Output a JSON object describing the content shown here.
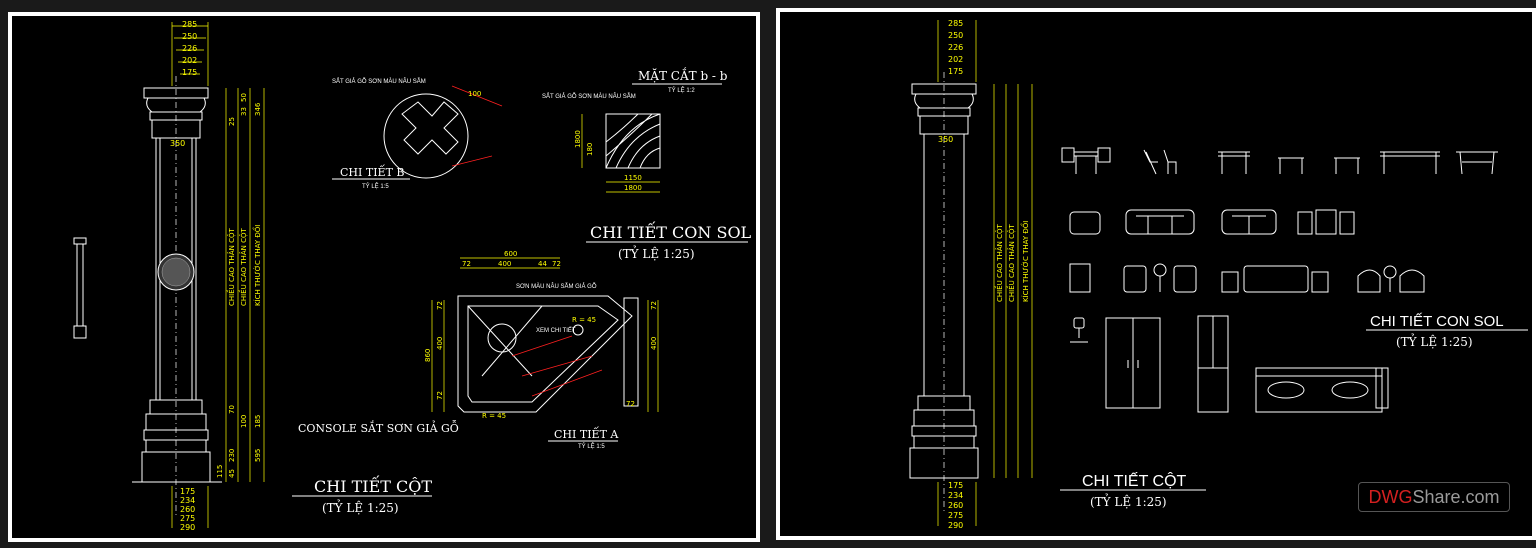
{
  "left": {
    "column_title": "CHI TIẾT CỘT",
    "column_scale": "(TỶ LỆ 1:25)",
    "consol_title": "CHI TIẾT CON SOL",
    "consol_scale": "(TỶ LỆ 1:25)",
    "section_title": "MẶT CẮT b - b",
    "section_scale": "TỶ LỆ 1:2",
    "detail_b_title": "CHI TIẾT B",
    "detail_b_scale": "TỶ LỆ 1:5",
    "detail_a_title": "CHI TIẾT A",
    "detail_a_scale": "TỶ LỆ 1:5",
    "console_caption": "CONSOLE SẮT SƠN GIẢ GỖ",
    "note_iron_wood": "SẮT GIẢ GỖ SƠN MÀU NÂU SẪM",
    "note_paint": "SƠN MÀU NÂU SẪM GIẢ GỖ",
    "note_see_detail": "XEM CHI TIẾT",
    "label_height_shaft": "CHIỀU CAO THÂN CỘT",
    "label_size_change": "KÍCH THƯỚC THAY ĐỔI",
    "top_dims": [
      "285",
      "250",
      "226",
      "202",
      "175"
    ],
    "bottom_dims": [
      "175",
      "234",
      "260",
      "275",
      "290"
    ],
    "side_dims_top": [
      "25",
      "33",
      "50",
      "346"
    ],
    "side_dims_bottom": [
      "70",
      "100",
      "185",
      "230",
      "595",
      "115",
      "45"
    ],
    "shaft_width": "350",
    "consol_dims": [
      "600",
      "72",
      "400",
      "44",
      "72",
      "R = 45",
      "860",
      "400",
      "72",
      "72",
      "72"
    ],
    "section_dims": [
      "1150",
      "1800",
      "1800",
      "180"
    ]
  },
  "right": {
    "column_title": "CHI TIẾT CỘT",
    "column_scale": "(TỶ LỆ 1:25)",
    "consol_title": "CHI TIẾT CON SOL",
    "consol_scale": "(TỶ LỆ 1:25)",
    "top_dims": [
      "285",
      "250",
      "226",
      "202",
      "175"
    ],
    "bottom_dims": [
      "175",
      "234",
      "260",
      "275",
      "290"
    ],
    "shaft_width": "350",
    "label_height_shaft": "CHIỀU CAO THÂN CỘT",
    "label_size_change": "KÍCH THƯỚC THAY ĐỔI"
  },
  "watermark": {
    "brand": "DWG",
    "suffix": "Share.com"
  },
  "colors": {
    "line": "#ffffff",
    "dimension": "#ffff00",
    "accent": "#ff2020",
    "background": "#000000"
  }
}
